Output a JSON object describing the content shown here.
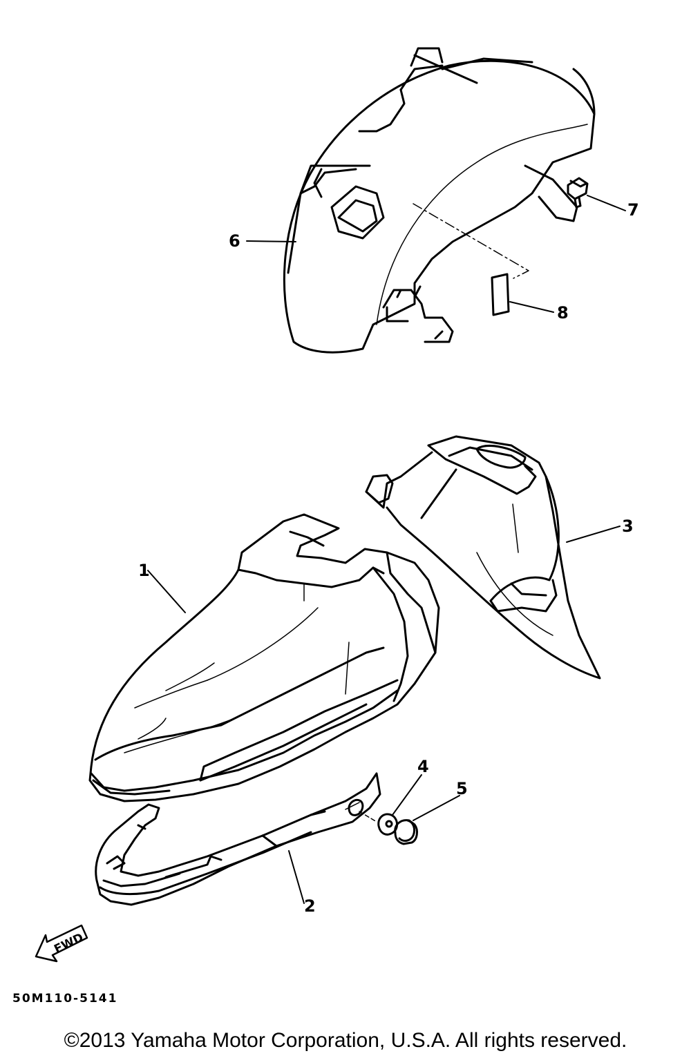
{
  "diagram": {
    "callouts": [
      {
        "id": "1",
        "label": "1"
      },
      {
        "id": "2",
        "label": "2"
      },
      {
        "id": "3",
        "label": "3"
      },
      {
        "id": "4",
        "label": "4"
      },
      {
        "id": "5",
        "label": "5"
      },
      {
        "id": "6",
        "label": "6"
      },
      {
        "id": "7",
        "label": "7"
      },
      {
        "id": "8",
        "label": "8"
      }
    ],
    "fwd_label": "FWD",
    "drawing_code": "50M110-5141",
    "copyright": "©2013 Yamaha Motor Corporation, U.S.A. All rights reserved."
  }
}
